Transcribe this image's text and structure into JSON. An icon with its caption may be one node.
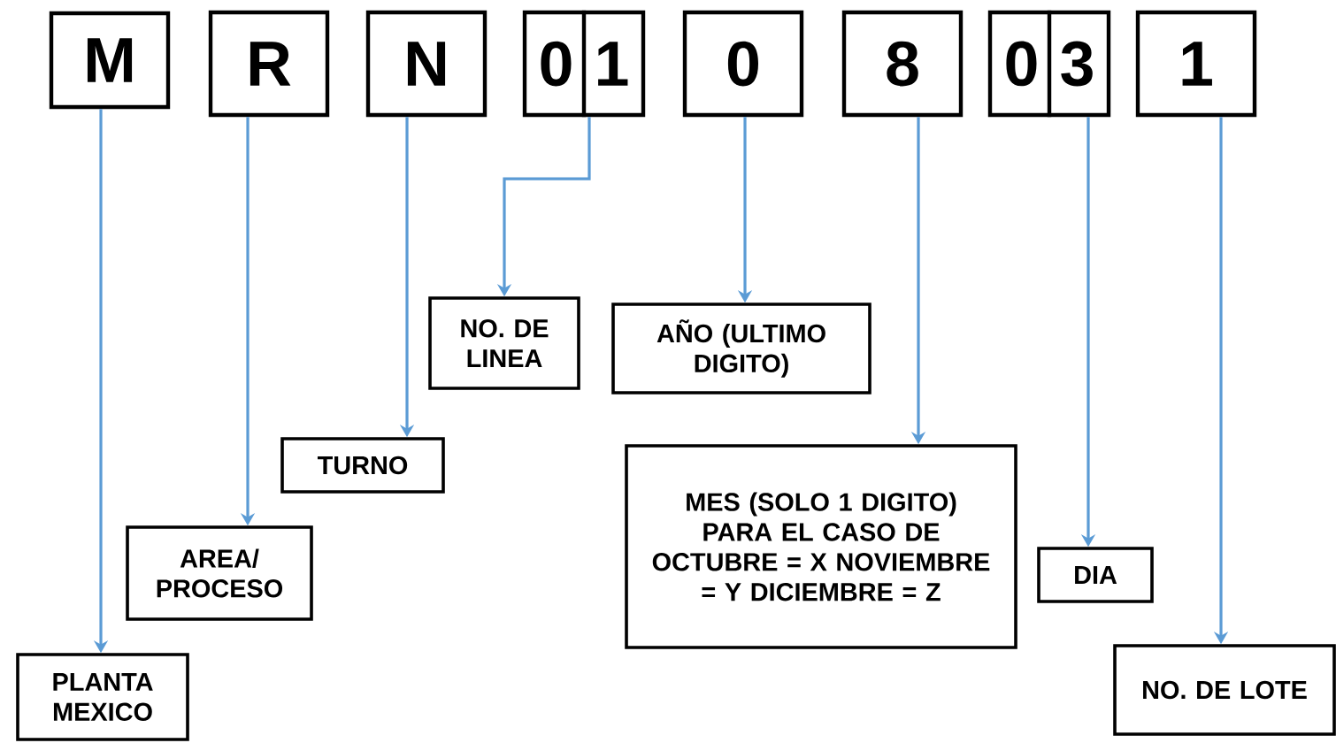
{
  "diagram": {
    "nodes": [
      {
        "text": [
          "M"
        ]
      },
      {
        "text": [
          "R"
        ]
      },
      {
        "text": [
          "N"
        ]
      },
      {
        "text": [
          "0",
          "1"
        ]
      },
      {
        "text": [
          "0"
        ]
      },
      {
        "text": [
          "8"
        ]
      },
      {
        "text": [
          "0",
          "3"
        ]
      },
      {
        "text": [
          "1"
        ]
      },
      {
        "text": [
          "NO. DE LINEA"
        ]
      },
      {
        "text": [
          "AÑO (ULTIMO DIGITO)"
        ]
      },
      {
        "text": [
          "TURNO"
        ]
      },
      {
        "text": [
          "MES (SOLO 1 DIGITO) PARA EL CASO DE OCTUBRE = X NOVIEMBRE = Y DICIEMBRE = Z"
        ]
      },
      {
        "text": [
          "AREA/ PROCESO"
        ]
      },
      {
        "text": [
          "DIA"
        ]
      },
      {
        "text": [
          "PLANTA MEXICO"
        ]
      },
      {
        "text": [
          "NO. DE LOTE"
        ]
      }
    ],
    "edges": [
      {
        "from": 0,
        "to": 14,
        "arrow": "to"
      },
      {
        "from": 1,
        "to": 12,
        "arrow": "to"
      },
      {
        "from": 2,
        "to": 10,
        "arrow": "to"
      },
      {
        "from": 3,
        "to": 8,
        "arrow": "to"
      },
      {
        "from": 4,
        "to": 9,
        "arrow": "to"
      },
      {
        "from": 5,
        "to": 11,
        "arrow": "to"
      },
      {
        "from": 6,
        "to": 13,
        "arrow": "to"
      },
      {
        "from": 7,
        "to": 15,
        "arrow": "to"
      }
    ]
  }
}
